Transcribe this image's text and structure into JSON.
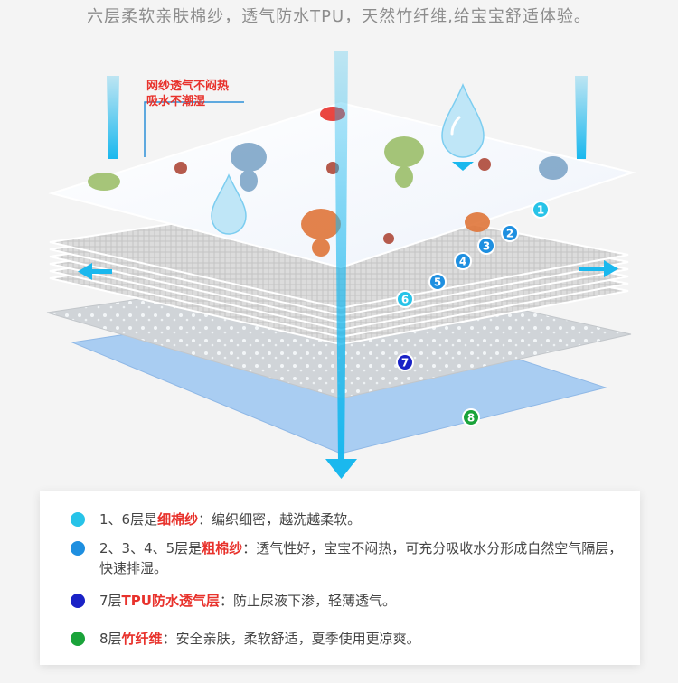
{
  "headline": "六层柔软亲肤棉纱，透气防水TPU，天然竹纤维,给宝宝舒适体验。",
  "callout": {
    "line1": "网纱透气不闷热",
    "line2": "吸水不潮湿"
  },
  "layer_badges": [
    "1",
    "2",
    "3",
    "4",
    "5",
    "6",
    "7",
    "8"
  ],
  "colors": {
    "cyan": "#27c3e8",
    "blue": "#1e8fe0",
    "navy": "#1a22c6",
    "green": "#1aa33a",
    "red": "#e8322c",
    "arrow": "#1ab8ee"
  },
  "icons": [
    "droplet-icon",
    "arrow-down-icon",
    "arrow-left-icon",
    "arrow-right-icon"
  ],
  "legend": [
    {
      "color": "#27c3e8",
      "prefix": "1、6层是",
      "highlight": "细棉纱",
      "suffix": "：编织细密，越洗越柔软。"
    },
    {
      "color": "#1e8fe0",
      "prefix": "2、3、4、5层是",
      "highlight": "粗棉纱",
      "suffix": "：透气性好，宝宝不闷热，可充分吸收水分形成自然空气隔层，快速排湿。"
    },
    {
      "color": "#1a22c6",
      "prefix": "7层",
      "highlight": "TPU防水透气层",
      "suffix": "：防止尿液下渗，轻薄透气。"
    },
    {
      "color": "#1aa33a",
      "prefix": "8层",
      "highlight": "竹纤维",
      "suffix": "：安全亲肤，柔软舒适，夏季使用更凉爽。"
    }
  ]
}
